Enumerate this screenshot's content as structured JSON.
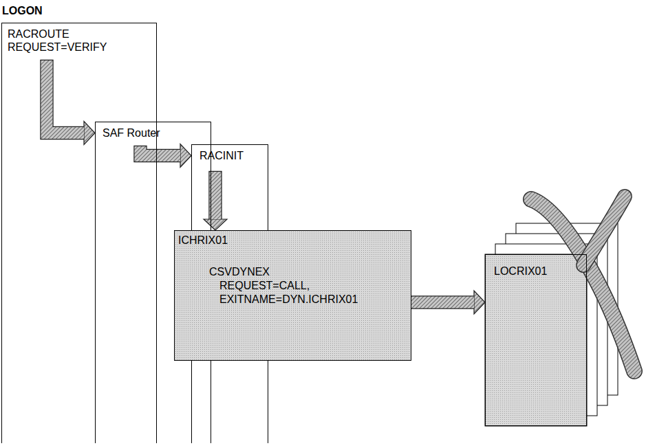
{
  "diagram": {
    "nodes": [
      {
        "text": [
          "RACROUTE REQUEST=VERIFY"
        ]
      },
      {
        "text": [
          "SAF Router"
        ]
      },
      {
        "text": [
          "RACINIT"
        ]
      },
      {
        "text": [
          "ICHRIX01",
          "CSVDYNEX REQUEST=CALL, EXITNAME=DYN.ICHRIX01"
        ]
      },
      {
        "text": [
          "LOCRIX01"
        ]
      }
    ],
    "edges": [
      {
        "from": 0,
        "to": 1,
        "arrow": "to"
      },
      {
        "from": 1,
        "to": 2,
        "arrow": "to"
      },
      {
        "from": 2,
        "to": 3,
        "arrow": "to"
      },
      {
        "from": 3,
        "to": 4,
        "arrow": "to"
      }
    ],
    "labels": [
      "LOGON"
    ]
  }
}
